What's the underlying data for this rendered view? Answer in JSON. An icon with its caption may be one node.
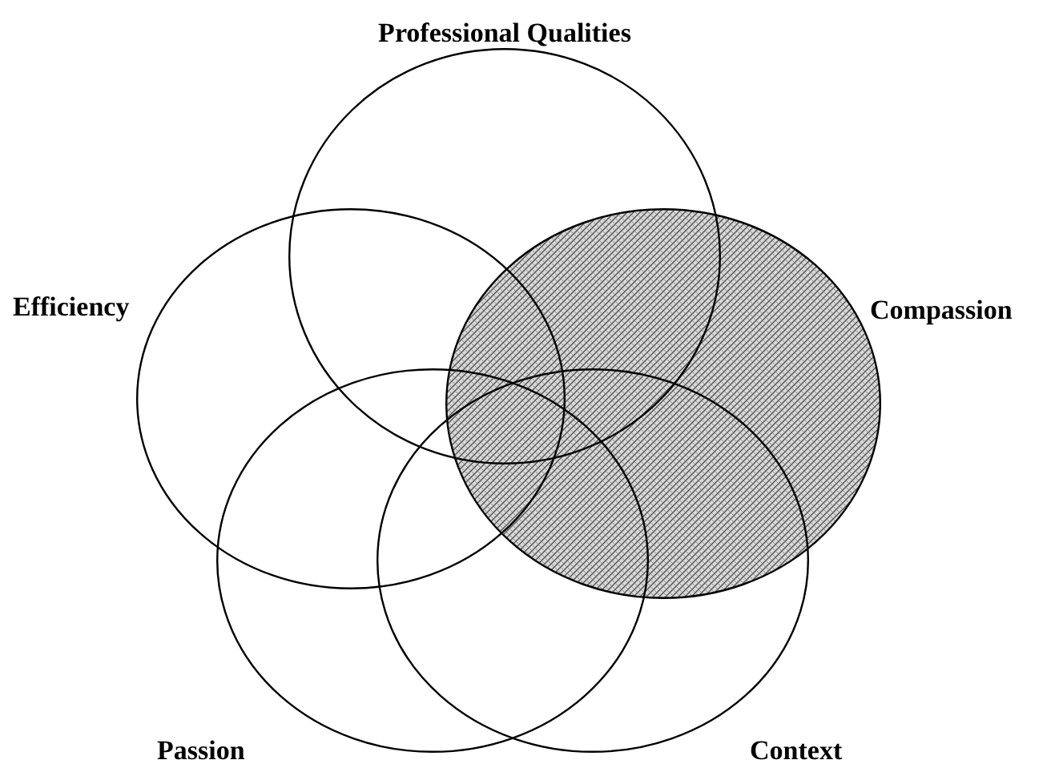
{
  "diagram": {
    "nodes": [
      {
        "text": [
          "Professional Qualities"
        ]
      },
      {
        "text": [
          "Efficiency"
        ]
      },
      {
        "text": [
          "Compassion"
        ]
      },
      {
        "text": [
          "Passion"
        ]
      },
      {
        "text": [
          "Context"
        ]
      }
    ]
  }
}
